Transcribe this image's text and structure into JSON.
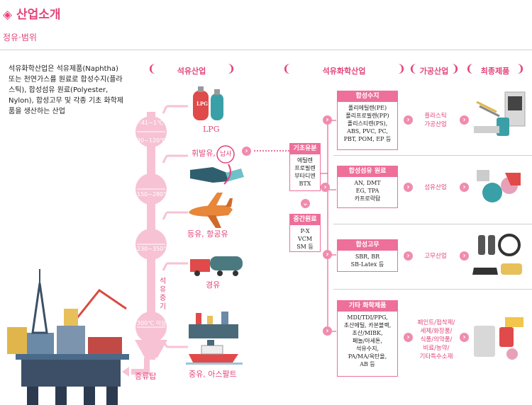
{
  "header": {
    "title": "◈ 산업소개",
    "subtitle": "정유·범위"
  },
  "description": "석유화학산업은 석유제품(Naphtha) 또는 천연가스를 원료로 합성수지(플라스틱), 합성섬유 원료(Polyester, Nylon), 합성고무 및 각종 기초 화학제품을 생산하는 산업",
  "columns": {
    "c1": "석유산업",
    "c2": "석유화학산업",
    "c3": "가공산업",
    "c4": "최종제품"
  },
  "tower": {
    "temps": [
      "-41~1℃",
      "30~120℃",
      "150~280℃",
      "230~350℃",
      "300℃ 이상"
    ],
    "side_label": "석유증기",
    "bottom_label": "증류탑"
  },
  "products": {
    "lpg": "LPG",
    "gasoline": "휘발유,",
    "naphtha": "납사",
    "kerosene": "등유, 항공유",
    "diesel": "경유",
    "heavy": "중유, 아스팔트"
  },
  "lpg_tank_label": "LPG",
  "basic": {
    "title": "기초유분",
    "items": "에틸렌\n프로필렌\n부타디엔\nBTX"
  },
  "mid": {
    "title": "중간원료",
    "items": "P-X\nVCM\nSM 등"
  },
  "boxes": [
    {
      "title": "합성수지",
      "items": "폴리에틸렌(PE)\n폴리프로필렌(PP)\n폴리스티렌(PS),\nABS, PVC, PC,\nPBT, POM, EP 등",
      "industry": "플라스틱\n가공산업"
    },
    {
      "title": "합성섬유 원료",
      "items": "AN, DMT\nEG, TPA\n카프로락탐",
      "industry": "섬유산업"
    },
    {
      "title": "합성고무",
      "items": "SBR, BR\nSB-Latex 등",
      "industry": "고무산업"
    },
    {
      "title": "기타 화학제품",
      "items": "MDI/TDI/PPG,\n초산에틸, 카본블랙,\n초산/MIBK,\n페놀/아세톤,\n석유수지,\nPA/MA/옥탄올,\nAB 등",
      "industry": "페인트/접착제/\n세제/화장품/\n식품/의약품/\n비료/농약/\n기타특수소재"
    }
  ],
  "colors": {
    "accent": "#e4447a",
    "light": "#f7c2d4",
    "box": "#ed6f9a"
  }
}
